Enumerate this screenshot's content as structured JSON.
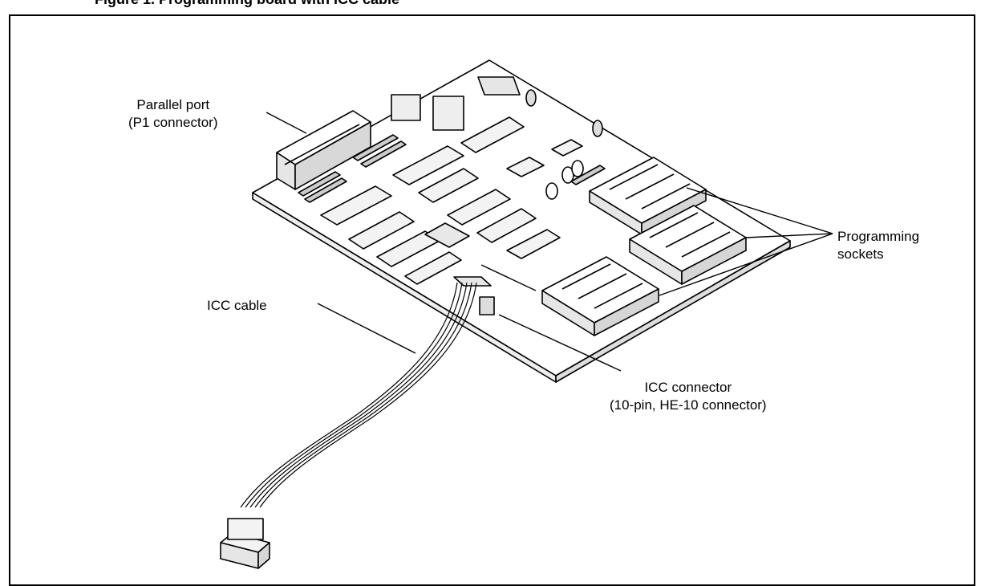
{
  "caption": "Figure 1. Programming board with ICC cable",
  "labels": {
    "parallel_port": {
      "line1": "Parallel port",
      "line2": "(P1 connector)"
    },
    "programming_sockets": {
      "line1": "Programming",
      "line2": "sockets"
    },
    "icc_cable": {
      "line1": "ICC cable"
    },
    "icc_connector": {
      "line1": "ICC connector",
      "line2": "(10-pin, HE-10 connector)"
    }
  }
}
